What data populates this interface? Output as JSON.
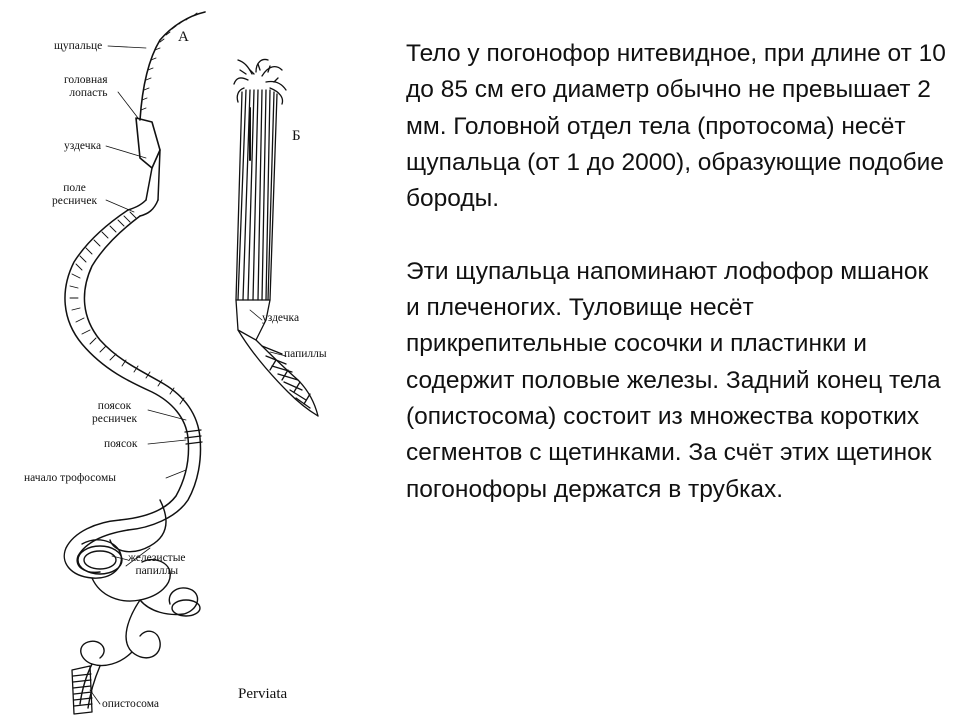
{
  "figure": {
    "panel_a": "А",
    "panel_b": "Б",
    "caption": "Perviata",
    "labels": {
      "tentacle": "щупальце",
      "head_lobe": "головная\nлопасть",
      "bridle_a": "уздечка",
      "cilia_field": "поле\nресничек",
      "cilia_belt": "поясок\nресничек",
      "belt": "поясок",
      "trophosome_start": "начало трофосомы",
      "glandular_papillae": "железистые\nпапиллы",
      "opisthosoma": "опистосома",
      "bridle_b": "уздечка",
      "papillae": "папиллы"
    }
  },
  "text": {
    "paragraph1": "Тело у погонофор нитевидное, при длине от 10 до 85 см его диаметр обычно не превышает 2 мм. Головной отдел тела (протосома) несёт щупальца (от 1 до 2000), образующие подобие бороды.",
    "paragraph2": "Эти щупальца напоминают лофофор мшанок и плеченогих. Туловище несёт прикрепительные сосочки и пластинки и содержит половые железы. Задний конец тела (опистосома) состоит из множества коротких сегментов с щетинками. За счёт этих щетинок погонофоры держатся в трубках."
  }
}
